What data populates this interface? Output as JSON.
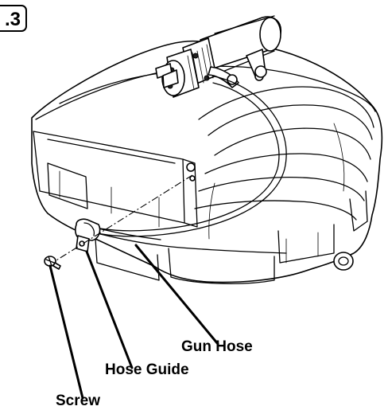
{
  "figure": {
    "number": "3"
  },
  "callouts": {
    "gun_hose": "Gun Hose",
    "hose_guide": "Hose Guide",
    "screw": "Screw"
  }
}
